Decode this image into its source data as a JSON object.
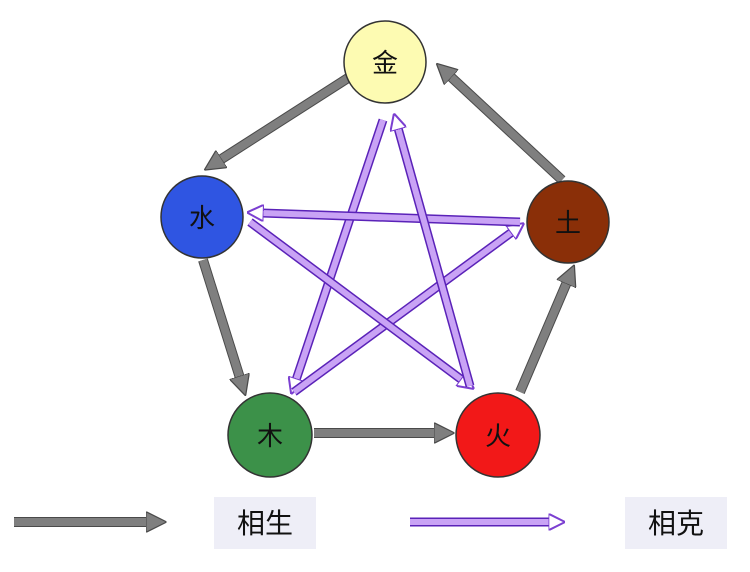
{
  "nodes": {
    "metal": {
      "label": "金",
      "color": "#fdfbb2"
    },
    "water": {
      "label": "水",
      "color": "#2f55e2"
    },
    "earth": {
      "label": "土",
      "color": "#8a2f08"
    },
    "wood": {
      "label": "木",
      "color": "#3c9149"
    },
    "fire": {
      "label": "火",
      "color": "#f21818"
    }
  },
  "legend": {
    "generate_label": "相生",
    "overcome_label": "相克"
  },
  "colors": {
    "generate_arrow": "#7f7f7f",
    "overcome_arrow": "#c9a3f5",
    "legend_box": "#eeeef7"
  }
}
